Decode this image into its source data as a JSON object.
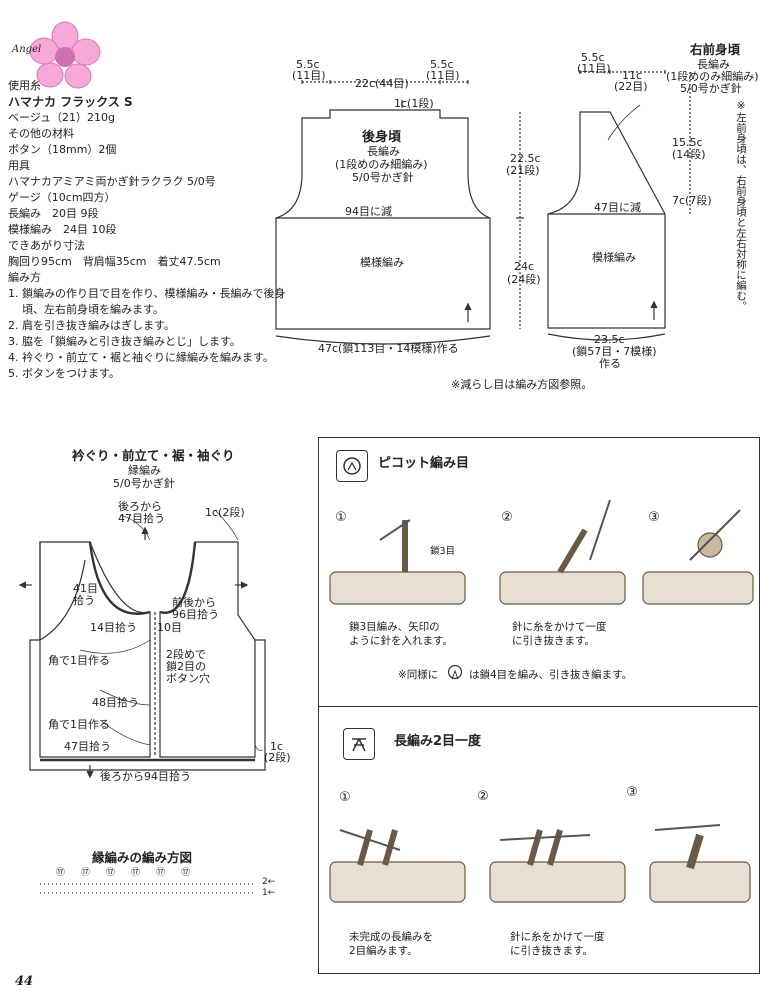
{
  "header": {
    "logo_text": "Angel"
  },
  "materials": {
    "title": "使用糸",
    "yarn": "ハマナカ フラックス S",
    "yarn_color": "ベージュ（21）210g",
    "other_label": "その他の材料",
    "button": "ボタン（18mm）2個",
    "tools_label": "用具",
    "hook": "ハマナカアミアミ両かぎ針ラクラク 5/0号",
    "gauge_label": "ゲージ（10cm四方）",
    "gauge1": "長編み　20目 9段",
    "gauge2": "模様編み　24目 10段",
    "size_label": "できあがり寸法",
    "size_values": "胸回り95cm　背肩幅35cm　着丈47.5cm",
    "method_label": "編み方",
    "steps": [
      "1. 鎖編みの作り目で目を作り、模様編み・長編みで後身頃、左右前身頃を編みます。",
      "2. 肩を引き抜き編みはぎします。",
      "3. 脇を「鎖編みと引き抜き編みとじ」します。",
      "4. 衿ぐり・前立て・裾と袖ぐりに縁編みを編みます。",
      "5. ボタンをつけます。"
    ]
  },
  "back": {
    "shoulder_l": "5.5c",
    "shoulder_l_rows": "(11目)",
    "shoulder_r": "5.5c",
    "shoulder_r_rows": "(11目)",
    "neck": "22c(44目)",
    "neck_row": "1c(1段)",
    "title": "後身頃",
    "stitch": "長編み",
    "stitch_note": "(1段めのみ細編み)",
    "hook": "5/0号かぎ針",
    "decrease": "94目に減",
    "pattern": "模様編み",
    "yoke_h": "22.5c",
    "yoke_rows": "(21段)",
    "body_h": "24c",
    "body_rows": "(24段)",
    "bottom": "47c(鎖113目・14模様)作る"
  },
  "front": {
    "title": "右前身頃",
    "stitch": "長編み",
    "stitch_note": "(1段めのみ細編み)",
    "hook": "5/0号かぎ針",
    "shoulder": "5.5c",
    "shoulder_rows": "(11目)",
    "neck": "11c",
    "neck_rows": "(22目)",
    "neck_depth": "15.5c",
    "neck_depth_rows": "(14段)",
    "arm_depth": "7c(7段)",
    "decrease": "47目に減",
    "pattern": "模様編み",
    "bottom": "23.5c",
    "bottom_rows": "(鎖57目・7模様)",
    "bottom_make": "作る",
    "side_note": "※左前身頃は、右前身頃と左右対称に編む。"
  },
  "decrease_note": "※減らし目は編み方図参照。",
  "border": {
    "title": "衿ぐり・前立て・裾・袖ぐり",
    "stitch": "縁編み",
    "hook": "5/0号かぎ針",
    "back_pick": "後ろから",
    "back_pick2": "47目拾う",
    "row1": "1c(2段)",
    "left41": "41目",
    "left41b": "拾う",
    "front_pick": "前後から",
    "front_pick2": "96目拾う",
    "pick14": "14目拾う",
    "ten": "10目",
    "corner1": "角で1目作る",
    "btn1": "2段めで",
    "btn2": "鎖2目の",
    "btn3": "ボタン穴",
    "pick48": "48目拾う",
    "corner2": "角で1目作る",
    "pick47": "47目拾う",
    "row_end": "1c",
    "row_end2": "(2段)",
    "bottom_pick": "後ろから94目拾う"
  },
  "chart": {
    "title": "縁編みの編み方図",
    "row2": "2←",
    "row1": "1←",
    "picot_mark": "⑰"
  },
  "picot": {
    "title": "ピコット編み目",
    "step1": "①",
    "step2": "②",
    "step3": "③",
    "chain_label": "鎖3目",
    "cap1a": "鎖3目編み、矢印の",
    "cap1b": "ように針を入れます。",
    "cap2a": "針に糸をかけて一度",
    "cap2b": "に引き抜きます。",
    "note_a": "※同様に",
    "note_b": "は鎖4目を編み、引き抜き編ます。"
  },
  "dc2tog": {
    "title": "長編み2目一度",
    "step1": "①",
    "step2": "②",
    "step3": "③",
    "cap1a": "未完成の長編みを",
    "cap1b": "2目編みます。",
    "cap2a": "針に糸をかけて一度",
    "cap2b": "に引き抜きます。"
  },
  "footer": {
    "page": "44"
  }
}
